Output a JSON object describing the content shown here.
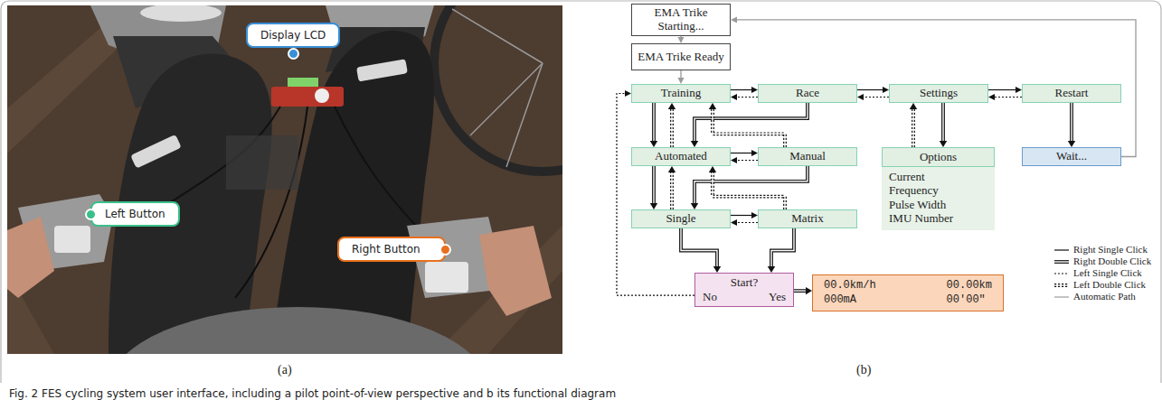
{
  "diagram": {
    "caption": "Fig. 2 FES cycling system user interface, including a pilot point-of-view perspective and b its functional diagram",
    "nodes": [
      {
        "text": [
          "Display LCD"
        ]
      },
      {
        "text": [
          "Left Button"
        ]
      },
      {
        "text": [
          "Right Button"
        ]
      },
      {
        "text": [
          "EMA Trike Starting..."
        ]
      },
      {
        "text": [
          "EMA Trike Ready"
        ]
      },
      {
        "text": [
          "Training"
        ]
      },
      {
        "text": [
          "Race"
        ]
      },
      {
        "text": [
          "Settings"
        ]
      },
      {
        "text": [
          "Restart"
        ]
      },
      {
        "text": [
          "Automated"
        ]
      },
      {
        "text": [
          "Manual"
        ]
      },
      {
        "text": [
          "Options",
          "Current",
          "Frequency",
          "Pulse Width",
          "IMU Number"
        ]
      },
      {
        "text": [
          "Wait..."
        ]
      },
      {
        "text": [
          "Single"
        ]
      },
      {
        "text": [
          "Matrix"
        ]
      },
      {
        "text": [
          "Start?",
          "No",
          "Yes"
        ]
      },
      {
        "text": [
          "00.0km/h",
          "00.00km",
          "000mA",
          "00'00\""
        ]
      }
    ],
    "edges": [
      {
        "from": 3,
        "to": 4,
        "arrow": "to"
      },
      {
        "from": 4,
        "to": 5,
        "arrow": "to"
      },
      {
        "from": 5,
        "to": 6,
        "arrow": "to"
      },
      {
        "from": 6,
        "to": 5,
        "arrow": "to"
      },
      {
        "from": 6,
        "to": 7,
        "arrow": "to"
      },
      {
        "from": 7,
        "to": 6,
        "arrow": "to"
      },
      {
        "from": 7,
        "to": 8,
        "arrow": "to"
      },
      {
        "from": 8,
        "to": 7,
        "arrow": "to"
      },
      {
        "from": 5,
        "to": 9,
        "arrow": "to"
      },
      {
        "from": 9,
        "to": 5,
        "arrow": "to"
      },
      {
        "from": 6,
        "to": 9,
        "arrow": "to"
      },
      {
        "from": 10,
        "to": 5,
        "arrow": "to"
      },
      {
        "from": 9,
        "to": 10,
        "arrow": "to"
      },
      {
        "from": 10,
        "to": 9,
        "arrow": "to"
      },
      {
        "from": 9,
        "to": 13,
        "arrow": "to"
      },
      {
        "from": 13,
        "to": 9,
        "arrow": "to"
      },
      {
        "from": 10,
        "to": 13,
        "arrow": "to"
      },
      {
        "from": 14,
        "to": 9,
        "arrow": "to"
      },
      {
        "from": 13,
        "to": 14,
        "arrow": "to"
      },
      {
        "from": 14,
        "to": 13,
        "arrow": "to"
      },
      {
        "from": 13,
        "to": 15,
        "arrow": "to"
      },
      {
        "from": 14,
        "to": 15,
        "arrow": "to"
      },
      {
        "from": 15,
        "to": 16,
        "arrow": "to"
      },
      {
        "from": 15,
        "to": 5,
        "arrow": "to"
      },
      {
        "from": 7,
        "to": 11,
        "arrow": "to"
      },
      {
        "from": 11,
        "to": 7,
        "arrow": "to"
      },
      {
        "from": 8,
        "to": 12,
        "arrow": "to"
      },
      {
        "from": 12,
        "to": 3,
        "arrow": "to"
      }
    ],
    "labels": [
      "(a)",
      "(b)"
    ],
    "legend": [
      {
        "text": "Right Single Click"
      },
      {
        "text": "Right Double Click"
      },
      {
        "text": "Left Single Click"
      },
      {
        "text": "Left Double Click"
      },
      {
        "text": "Automatic Path"
      }
    ]
  }
}
